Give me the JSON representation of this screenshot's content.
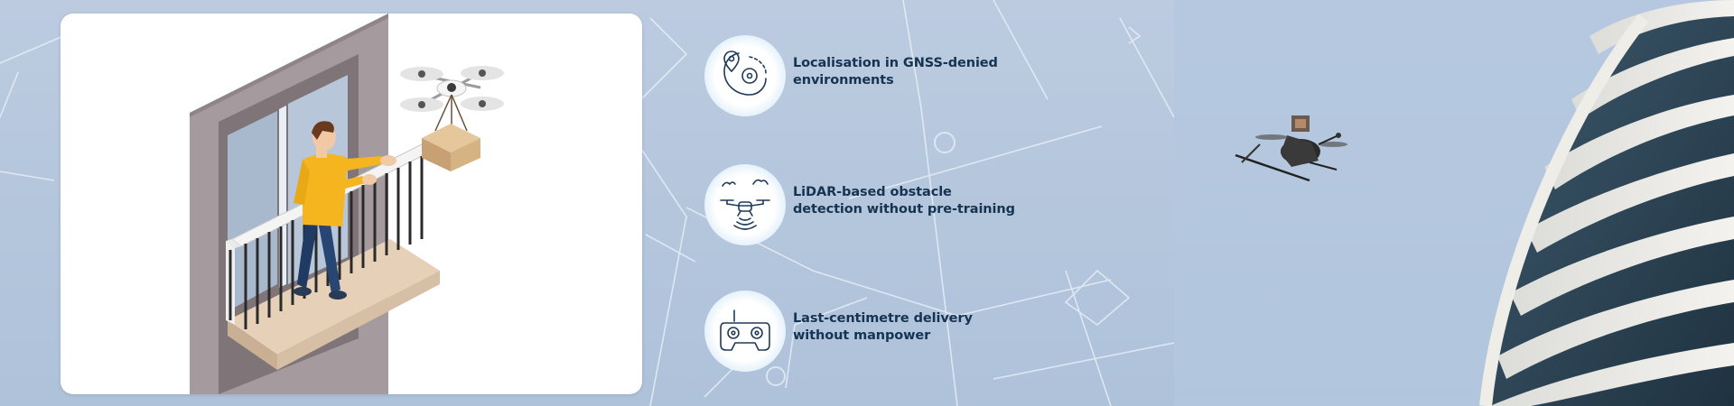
{
  "features": [
    {
      "icon": "location-orbit-icon",
      "line1": "Localisation in GNSS-denied",
      "line2": "environments"
    },
    {
      "icon": "drone-lidar-icon",
      "line1": "LiDAR-based obstacle",
      "line2": "detection without pre-training"
    },
    {
      "icon": "remote-controller-icon",
      "line1": "Last-centimetre delivery",
      "line2": "without manpower"
    }
  ],
  "colors": {
    "background": "#b9c9dd",
    "text": "#163452",
    "icon_stroke": "#1f3b57",
    "card": "#ffffff"
  }
}
